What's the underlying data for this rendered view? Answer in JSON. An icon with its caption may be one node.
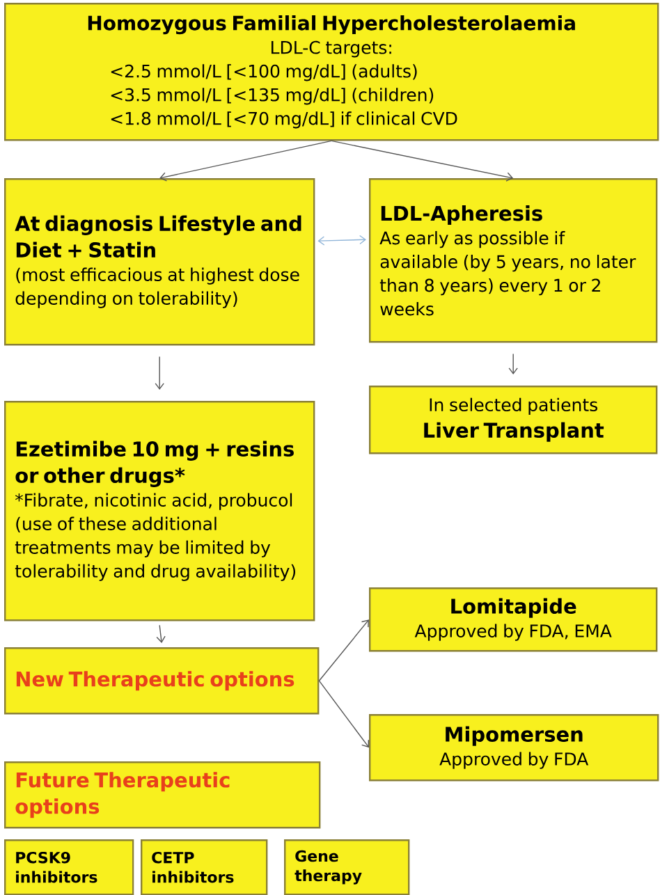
{
  "diagram": {
    "nodes": [
      {
        "text": [
          "Homozygous Familial Hypercholesterolaemia",
          "LDL-C targets:",
          "<2.5 mmol/L [<100 mg/dL] (adults)",
          "<3.5 mmol/L [<135 mg/dL] (children)",
          "<1.8 mmol/L [<70 mg/dL] if clinical CVD"
        ]
      },
      {
        "text": [
          "At diagnosis Lifestyle and Diet + Statin",
          "(most efficacious at highest dose depending on tolerability)"
        ]
      },
      {
        "text": [
          "LDL-Apheresis",
          "As early as possible if available (by 5 years, no later than 8 years) every 1 or 2 weeks"
        ]
      },
      {
        "text": [
          "In selected patients",
          "Liver Transplant"
        ]
      },
      {
        "text": [
          "Ezetimibe 10 mg + resins or other drugs*",
          "*Fibrate, nicotinic acid, probucol (use of these additional treatments may be limited by tolerability and drug availability)"
        ]
      },
      {
        "text": [
          "New Therapeutic options"
        ]
      },
      {
        "text": [
          "Lomitapide",
          "Approved by FDA, EMA"
        ]
      },
      {
        "text": [
          "Mipomersen",
          "Approved by FDA"
        ]
      },
      {
        "text": [
          "Future Therapeutic options"
        ]
      },
      {
        "text": [
          "PCSK9 inhibitors"
        ]
      },
      {
        "text": [
          "CETP inhibitors"
        ]
      },
      {
        "text": [
          "Gene therapy"
        ]
      }
    ],
    "edges": [
      {
        "from": 0,
        "to": 1,
        "arrow": "to"
      },
      {
        "from": 0,
        "to": 2,
        "arrow": "to"
      },
      {
        "from": 1,
        "to": 2,
        "arrow": "both",
        "color": "#8fb4d8"
      },
      {
        "from": 2,
        "to": 3,
        "arrow": "to"
      },
      {
        "from": 1,
        "to": 4,
        "arrow": "to"
      },
      {
        "from": 4,
        "to": 5,
        "arrow": "to"
      },
      {
        "from": 5,
        "to": 6,
        "arrow": "to"
      },
      {
        "from": 5,
        "to": 7,
        "arrow": "to"
      }
    ]
  }
}
